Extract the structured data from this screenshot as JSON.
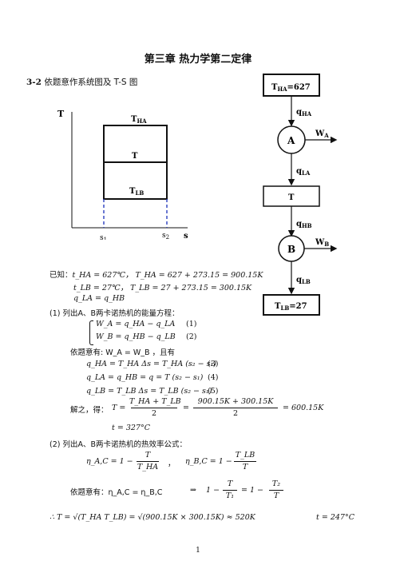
{
  "title": "第三章 热力学第二定律",
  "section": {
    "num": "3-2",
    "text": "依题意作系统图及 T-S 图"
  },
  "ts": {
    "T_axis": "T",
    "s_axis": "s",
    "THA": "T",
    "THA_sub": "HA",
    "T": "T",
    "TLB": "T",
    "TLB_sub": "LB",
    "s1": "s",
    "s1_sub": "1",
    "s2": "s",
    "s2_sub": "2"
  },
  "flow": {
    "top_box": "T",
    "top_box_sub": "HA",
    "top_box_val": "=627",
    "qHA": "q",
    "qHA_sub": "HA",
    "engineA": "A",
    "WA": "W",
    "WA_sub": "A",
    "qLA": "q",
    "qLA_sub": "LA",
    "mid_box": "T",
    "qHB": "q",
    "qHB_sub": "HB",
    "engineB": "B",
    "WB": "W",
    "WB_sub": "B",
    "qLB": "q",
    "qLB_sub": "LB",
    "bot_box": "T",
    "bot_box_sub": "LB",
    "bot_box_val": "=27"
  },
  "lines": {
    "known_label": "已知：",
    "k1": "t_HA = 627℃，  T_HA = 627 + 273.15 = 900.15K",
    "k2": "t_LB = 27℃，  T_LB = 27 + 273.15 = 300.15K",
    "k3": "q_LA = q_HB",
    "p1": "(1)   列出A、B两卡诺热机的能量方程：",
    "e1": "W_A = q_HA − q_LA",
    "e1n": "(1)",
    "e2": "W_B = q_HB − q_LB",
    "e2n": "(2)",
    "c1": "依题意有: W_A = W_B   ，且有",
    "e3": "q_HA = T_HA Δs = T_HA (s₂ − s₁)",
    "e3n": "(3)",
    "e4": "q_LA = q_HB = q = T (s₂ − s₁)",
    "e4n": "(4)",
    "e5": "q_LB = T_LB Δs = T_LB (s₂ − s₁)",
    "e5n": "(5)",
    "sol_label": "解之，得：",
    "sol_T": "T =",
    "sol_num1": "T_HA + T_LB",
    "sol_den1": "2",
    "sol_eq": "=",
    "sol_num2": "900.15K + 300.15K",
    "sol_den2": "2",
    "sol_res": "= 600.15K",
    "t1": "t = 327°C",
    "p2": "(2)   列出A、B两卡诺热机的热效率公式：",
    "eta1": "η_A,C = 1 −",
    "eta1_num": "T",
    "eta1_den": "T_HA",
    "eta_sep": "，",
    "eta2": "η_B,C = 1 −",
    "eta2_num": "T_LB",
    "eta2_den": "T",
    "c2": "依题意有：η_A,C = η_B,C",
    "arrow": "⇒",
    "c2b": "1 −",
    "c2_num1": "T",
    "c2_den1": "T₁",
    "c2_eq": "= 1 −",
    "c2_num2": "T₂",
    "c2_den2": "T",
    "final": "∴  T = √(T_HA T_LB) = √(900.15K × 300.15K) ≈ 520K",
    "final_t": "t = 247°C"
  },
  "page_number": "1"
}
